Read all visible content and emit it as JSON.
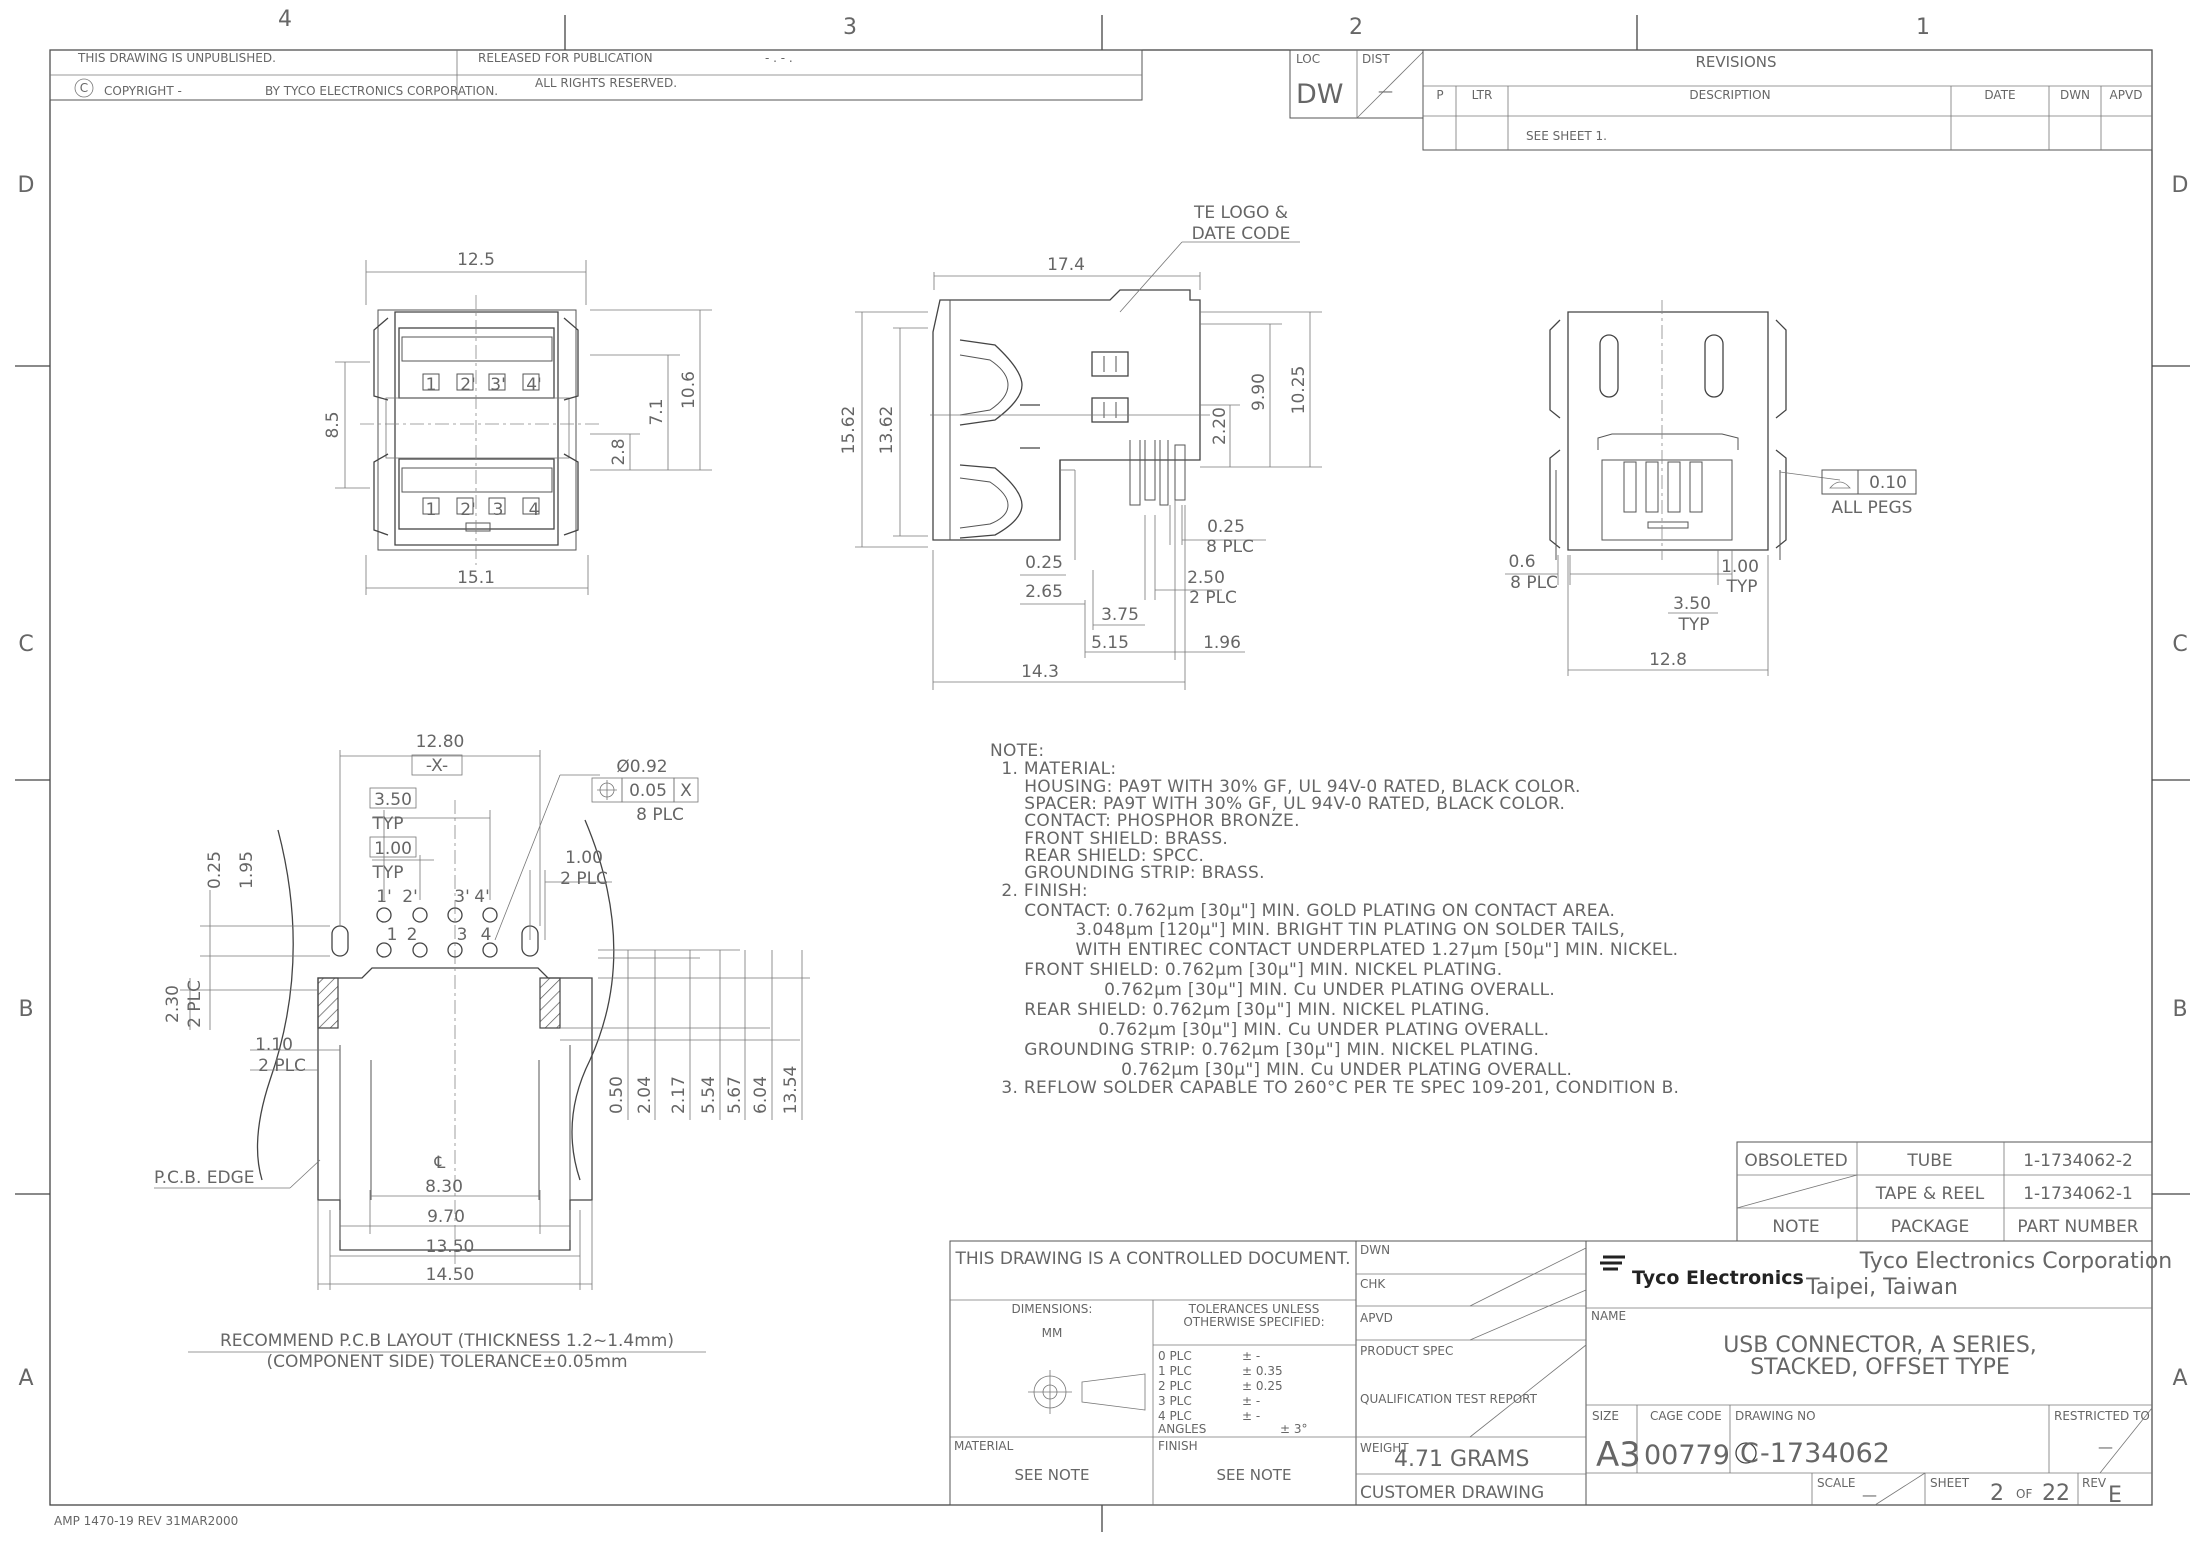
{
  "sheet": {
    "zones_top": [
      "4",
      "3",
      "2",
      "1"
    ],
    "zones_side": [
      "D",
      "C",
      "B",
      "A"
    ],
    "footer_form": "AMP 1470-19 REV 31MAR2000"
  },
  "header": {
    "unpublished": "THIS DRAWING IS UNPUBLISHED.",
    "released": "RELEASED FOR PUBLICATION",
    "released_date": "- . -      .",
    "copyright_symbol": "C",
    "copyright": "COPYRIGHT    -",
    "by_corp": "BY TYCO ELECTRONICS CORPORATION.",
    "rights": "ALL RIGHTS RESERVED.",
    "loc_label": "LOC",
    "loc_value": "DW",
    "dist_label": "DIST",
    "dist_value": "—"
  },
  "revisions": {
    "title": "REVISIONS",
    "col_p": "P",
    "col_ltr": "LTR",
    "col_desc": "DESCRIPTION",
    "col_date": "DATE",
    "col_dwn": "DWN",
    "col_apvd": "APVD",
    "row_desc": "SEE SHEET 1."
  },
  "front_view": {
    "w_top": "12.5",
    "w_bot": "15.1",
    "h_left": "8.5",
    "h_r1": "2.8",
    "h_r2": "7.1",
    "h_r3": "10.6",
    "pins_top": [
      "1",
      "2'",
      "3'",
      "4'"
    ],
    "pins_bot": [
      "1",
      "2'",
      "3",
      "4"
    ]
  },
  "side_view": {
    "logo_note_1": "TE LOGO &",
    "logo_note_2": "DATE CODE",
    "top_w": "17.4",
    "h1": "15.62",
    "h2": "13.62",
    "r1": "2.20",
    "r2": "9.90",
    "r3": "10.25",
    "pin_w": "0.25",
    "pin_plc": "8 PLC",
    "d1": "0.25",
    "d2": "2.65",
    "d3": "2.50",
    "d3_plc": "2 PLC",
    "d4": "3.75",
    "d5": "5.15",
    "d6": "1.96",
    "d7": "14.3"
  },
  "rear_view": {
    "flat": "0.10",
    "flat_note": "ALL PEGS",
    "peg": "0.6",
    "peg_plc": "8 PLC",
    "p1": "1.00",
    "p1_t": "TYP",
    "p2": "3.50",
    "p2_t": "TYP",
    "w": "12.8"
  },
  "pcb_layout": {
    "w_top": "12.80",
    "datum": "-X-",
    "hole": "Ø0.92",
    "tol": "0.05",
    "tol_datum": "X",
    "hole_plc": "8 PLC",
    "pitch1": "3.50",
    "pitch1_t": "TYP",
    "pitch2": "1.00",
    "pitch2_t": "TYP",
    "slot": "1.00",
    "slot_plc": "2 PLC",
    "v1": "0.25",
    "v2": "1.95",
    "peg_w": "2.30",
    "peg_plc": "2 PLC",
    "peg_w2": "1.10",
    "peg_plc2": "2 PLC",
    "holes_top": [
      "1'",
      "2'",
      "3'",
      "4'"
    ],
    "holes_bot": [
      "1",
      "2",
      "3",
      "4"
    ],
    "hd": [
      "0.50",
      "2.04",
      "2.17",
      "5.54",
      "5.67",
      "6.04",
      "13.54"
    ],
    "cl": "℄",
    "b1": "8.30",
    "b2": "9.70",
    "b3": "13.50",
    "b4": "14.50",
    "edge": "P.C.B. EDGE",
    "title": "RECOMMEND P.C.B LAYOUT (THICKNESS 1.2~1.4mm)",
    "subtitle": "(COMPONENT SIDE) TOLERANCE±0.05mm"
  },
  "notes": [
    "NOTE:",
    "  1. MATERIAL:",
    "      HOUSING: PA9T WITH 30% GF, UL 94V-0 RATED, BLACK COLOR.",
    "      SPACER: PA9T WITH 30% GF, UL 94V-0 RATED, BLACK COLOR.",
    "      CONTACT: PHOSPHOR BRONZE.",
    "      FRONT SHIELD: BRASS.",
    "      REAR SHIELD: SPCC.",
    "      GROUNDING STRIP: BRASS.",
    "  2. FINISH:",
    "      CONTACT: 0.762µm [30µ\"] MIN. GOLD PLATING ON CONTACT AREA.",
    "               3.048µm [120µ\"] MIN. BRIGHT TIN PLATING ON SOLDER TAILS,",
    "               WITH ENTIREC CONTACT UNDERPLATED 1.27µm [50µ\"] MIN. NICKEL.",
    "      FRONT SHIELD: 0.762µm [30µ\"] MIN. NICKEL PLATING.",
    "                    0.762µm [30µ\"] MIN. Cu UNDER PLATING OVERALL.",
    "      REAR SHIELD: 0.762µm [30µ\"] MIN. NICKEL PLATING.",
    "                   0.762µm [30µ\"] MIN. Cu UNDER PLATING OVERALL.",
    "      GROUNDING STRIP: 0.762µm [30µ\"] MIN. NICKEL PLATING.",
    "                       0.762µm [30µ\"] MIN. Cu UNDER PLATING OVERALL.",
    "  3. REFLOW SOLDER CAPABLE TO 260°C PER TE SPEC 109-201, CONDITION B."
  ],
  "parts_table": {
    "rows": [
      [
        "OBSOLETED",
        "TUBE",
        "1-1734062-2"
      ],
      [
        "",
        "TAPE & REEL",
        "1-1734062-1"
      ],
      [
        "NOTE",
        "PACKAGE",
        "PART NUMBER"
      ]
    ]
  },
  "title_block": {
    "controlled": "THIS DRAWING IS A CONTROLLED DOCUMENT.",
    "dimensions_label": "DIMENSIONS:",
    "dimensions_unit": "MM",
    "tol_label_1": "TOLERANCES UNLESS",
    "tol_label_2": "OTHERWISE SPECIFIED:",
    "tolerances": [
      [
        "0 PLC",
        "± -"
      ],
      [
        "1 PLC",
        "± 0.35"
      ],
      [
        "2 PLC",
        "± 0.25"
      ],
      [
        "3 PLC",
        "± -"
      ],
      [
        "4 PLC",
        "± -"
      ]
    ],
    "angles_label": "ANGLES",
    "angles_value": "± 3°",
    "material_label": "MATERIAL",
    "material_value": "SEE NOTE",
    "finish_label": "FINISH",
    "finish_value": "SEE NOTE",
    "dwn": "DWN",
    "chk": "CHK",
    "apvd": "APVD",
    "product_spec": "PRODUCT SPEC",
    "qual_report": "QUALIFICATION TEST REPORT",
    "weight_label": "WEIGHT",
    "weight_value": "4.71 GRAMS",
    "customer": "CUSTOMER DRAWING",
    "logo": "Tyco Electronics",
    "corp_1": "Tyco Electronics Corporation",
    "corp_2": "Taipei, Taiwan",
    "name_label": "NAME",
    "name_1": "USB CONNECTOR, A SERIES,",
    "name_2": "STACKED, OFFSET TYPE",
    "size_label": "SIZE",
    "size_value": "A3",
    "cage_label": "CAGE CODE",
    "cage_value": "00779",
    "dwg_no_label": "DRAWING NO",
    "dwg_prefix": "C",
    "dwg_no": "-1734062",
    "restricted_label": "RESTRICTED TO",
    "restricted_value": "—",
    "scale_label": "SCALE",
    "scale_value": "—",
    "sheet_label": "SHEET",
    "sheet_no": "2",
    "sheet_of": "OF",
    "sheet_total": "22",
    "rev_label": "REV",
    "rev_value": "E"
  }
}
